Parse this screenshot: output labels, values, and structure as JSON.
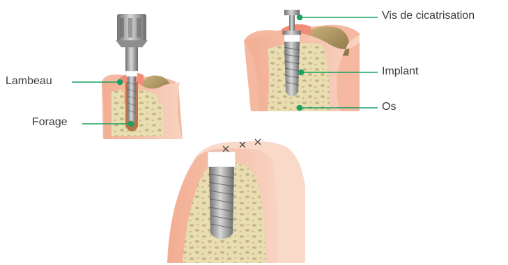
{
  "labels": {
    "lambeau": "Lambeau",
    "forage": "Forage",
    "vis": "Vis de cicatrisation",
    "implant": "Implant",
    "os": "Os"
  },
  "colors": {
    "leader": "#1aa060",
    "gum": "#f1a98c",
    "gum_light": "#f8cdb9",
    "gum_edge": "#e48d6f",
    "bone": "#e9ddb2",
    "bone_pore": "#c6b586",
    "metal": "#9a9a9a",
    "collar": "#ffffff",
    "suture": "#4a4a4a"
  },
  "icons": {
    "panel_1": "drilling-step-icon",
    "panel_2": "implant-placed-icon",
    "panel_3": "sutured-gum-icon"
  }
}
